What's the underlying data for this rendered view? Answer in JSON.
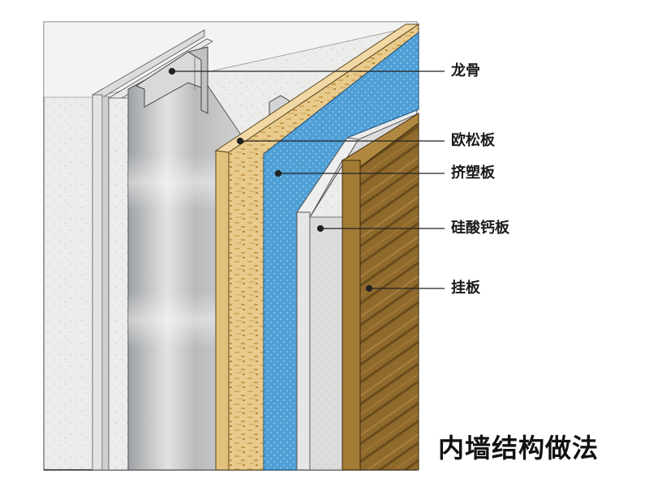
{
  "title": "内墙结构做法",
  "labels": {
    "keel": "龙骨",
    "osb": "欧松板",
    "xps": "挤塑板",
    "calcium_silicate": "硅酸钙板",
    "cladding": "挂板"
  },
  "colors": {
    "concrete": "#ebebea",
    "steel": "#c4c6c8",
    "osb": "#e6c98a",
    "xps": "#4f9fd6",
    "calcium_silicate": "#d6d6d6",
    "cladding": "#8f6a2c"
  }
}
